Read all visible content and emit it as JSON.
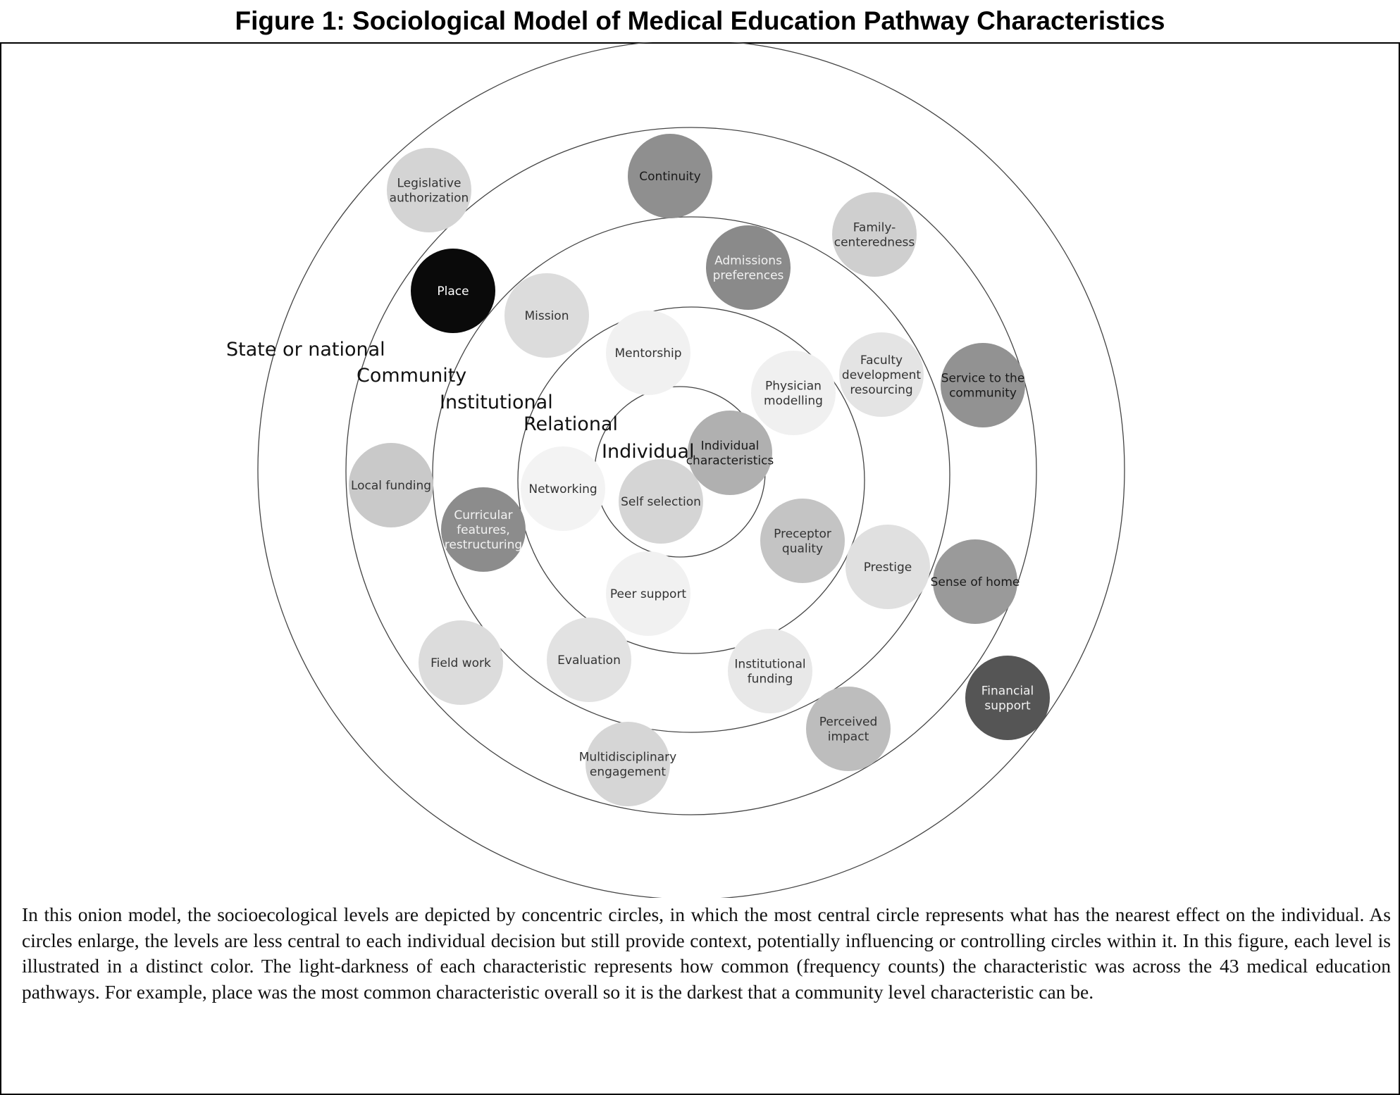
{
  "title": "Figure 1: Sociological Model of Medical Education Pathway Characteristics",
  "caption": "In this onion model, the socioecological levels are depicted by concentric circles, in which the most central circle represents what has the nearest effect on the individual. As circles enlarge, the levels are less central to each individual decision but still provide context, potentially influencing or controlling circles within it. In this figure, each level is illustrated in a distinct color. The light-darkness of each characteristic represents how common (frequency counts) the characteristic was across the 43 medical education pathways. For example, place was the most common characteristic overall so it is the darkest that a community level characteristic can be.",
  "levels": [
    {
      "id": "state",
      "label": "State or national"
    },
    {
      "id": "community",
      "label": "Community"
    },
    {
      "id": "institutional",
      "label": "Institutional"
    },
    {
      "id": "relational",
      "label": "Relational"
    },
    {
      "id": "individual",
      "label": "Individual"
    }
  ],
  "characteristics": [
    {
      "key": "legislative",
      "lines": [
        "Legislative",
        "authorization"
      ],
      "fill": "#d4d4d4",
      "text": "#333333"
    },
    {
      "key": "continuity",
      "lines": [
        "Continuity"
      ],
      "fill": "#8f8f8f",
      "text": "#1a1a1a"
    },
    {
      "key": "family",
      "lines": [
        "Family-",
        "centeredness"
      ],
      "fill": "#cfcfcf",
      "text": "#333333"
    },
    {
      "key": "admissions",
      "lines": [
        "Admissions",
        "preferences"
      ],
      "fill": "#8a8a8a",
      "text": "#f2f2f2"
    },
    {
      "key": "place",
      "lines": [
        "Place"
      ],
      "fill": "#0a0a0a",
      "text": "#ffffff"
    },
    {
      "key": "mission",
      "lines": [
        "Mission"
      ],
      "fill": "#dcdcdc",
      "text": "#333333"
    },
    {
      "key": "mentorship",
      "lines": [
        "Mentorship"
      ],
      "fill": "#f1f1f1",
      "text": "#333333"
    },
    {
      "key": "physician",
      "lines": [
        "Physician",
        "modelling"
      ],
      "fill": "#f0f0f0",
      "text": "#333333"
    },
    {
      "key": "faculty",
      "lines": [
        "Faculty",
        "development",
        "resourcing"
      ],
      "fill": "#e4e4e4",
      "text": "#333333"
    },
    {
      "key": "service",
      "lines": [
        "Service to the",
        "community"
      ],
      "fill": "#929292",
      "text": "#1a1a1a"
    },
    {
      "key": "local",
      "lines": [
        "Local funding"
      ],
      "fill": "#c9c9c9",
      "text": "#333333"
    },
    {
      "key": "individual_char",
      "lines": [
        "Individual",
        "characteristics"
      ],
      "fill": "#b0b0b0",
      "text": "#1a1a1a"
    },
    {
      "key": "networking",
      "lines": [
        "Networking"
      ],
      "fill": "#f3f3f3",
      "text": "#333333"
    },
    {
      "key": "self_selection",
      "lines": [
        "Self selection"
      ],
      "fill": "#d5d5d5",
      "text": "#333333"
    },
    {
      "key": "curricular",
      "lines": [
        "Curricular",
        "features,",
        "restructuring"
      ],
      "fill": "#8c8c8c",
      "text": "#f2f2f2"
    },
    {
      "key": "preceptor",
      "lines": [
        "Preceptor",
        "quality"
      ],
      "fill": "#c4c4c4",
      "text": "#333333"
    },
    {
      "key": "prestige",
      "lines": [
        "Prestige"
      ],
      "fill": "#e0e0e0",
      "text": "#333333"
    },
    {
      "key": "sense_home",
      "lines": [
        "Sense of home"
      ],
      "fill": "#9a9a9a",
      "text": "#1a1a1a"
    },
    {
      "key": "peer",
      "lines": [
        "Peer support"
      ],
      "fill": "#f1f1f1",
      "text": "#333333"
    },
    {
      "key": "field",
      "lines": [
        "Field work"
      ],
      "fill": "#dcdcdc",
      "text": "#333333"
    },
    {
      "key": "evaluation",
      "lines": [
        "Evaluation"
      ],
      "fill": "#e2e2e2",
      "text": "#333333"
    },
    {
      "key": "inst_funding",
      "lines": [
        "Institutional",
        "funding"
      ],
      "fill": "#e8e8e8",
      "text": "#333333"
    },
    {
      "key": "financial",
      "lines": [
        "Financial",
        "support"
      ],
      "fill": "#555555",
      "text": "#f2f2f2"
    },
    {
      "key": "perceived",
      "lines": [
        "Perceived",
        "impact"
      ],
      "fill": "#bdbdbd",
      "text": "#333333"
    },
    {
      "key": "multidisciplinary",
      "lines": [
        "Multidisciplinary",
        "engagement"
      ],
      "fill": "#d6d6d6",
      "text": "#333333"
    }
  ]
}
